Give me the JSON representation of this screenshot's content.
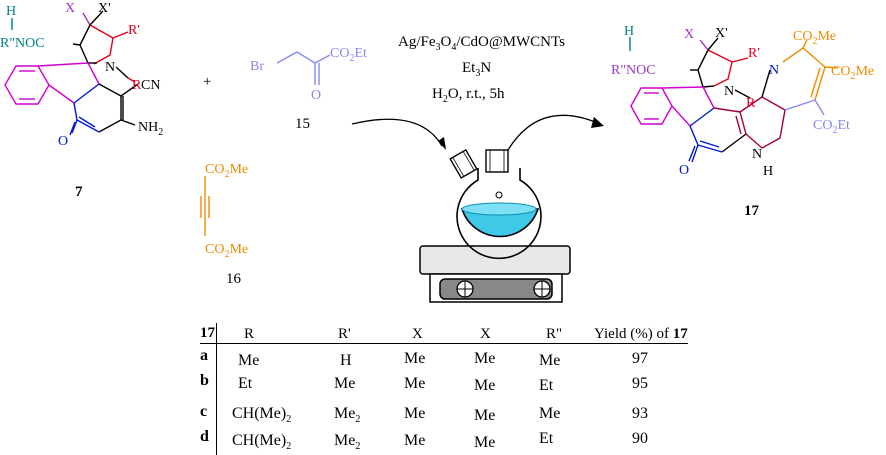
{
  "reactant_7": {
    "label": "7",
    "H": "H",
    "amide": "R\"NOC",
    "X": "X",
    "Xp": "X'",
    "Rp": "R'",
    "N": "N",
    "R": "R",
    "CN": "CN",
    "O": "O",
    "NH2": "NH",
    "NH2_sub": "2"
  },
  "plus": "+",
  "reactant_15": {
    "label": "15",
    "Br": "Br",
    "CO2Et": "CO",
    "CO2Et_sub": "2",
    "CO2Et_tail": "Et",
    "O": "O"
  },
  "reactant_16": {
    "label": "16",
    "top": "CO",
    "top_sub": "2",
    "top_tail": "Me",
    "bottom": "CO",
    "bottom_sub": "2",
    "bottom_tail": "Me"
  },
  "conditions": {
    "catalyst_a": "Ag/Fe",
    "catalyst_b": "3",
    "catalyst_c": "O",
    "catalyst_d": "4",
    "catalyst_e": "/CdO@MWCNTs",
    "base_a": "Et",
    "base_b": "3",
    "base_c": "N",
    "solvent_a": "H",
    "solvent_b": "2",
    "solvent_c": "O, r.t., 5h"
  },
  "product_17": {
    "label": "17",
    "H": "H",
    "amide": "R\"NOC",
    "X": "X",
    "Xp": "X'",
    "Rp": "R'",
    "N_pyr": "N",
    "N_pyrrolidine": "N",
    "R": "R",
    "ester1": "CO",
    "ester1_sub": "2",
    "ester1_tail": "Me",
    "ester2": "CO",
    "ester2_sub": "2",
    "ester2_tail": "Me",
    "ester3": "CO",
    "ester3_sub": "2",
    "ester3_tail": "Et",
    "NH_N": "N",
    "NH_H": "H",
    "O": "O"
  },
  "colors": {
    "teal": "#008080",
    "purple": "#9a36c8",
    "red": "#e3001b",
    "magenta": "#d000d0",
    "blue": "#0018d6",
    "periwinkle": "#8888ee",
    "orange": "#f08c00",
    "maroon": "#a0003c",
    "flask": "#3fc8e8"
  },
  "table": {
    "headers": [
      "17",
      "R",
      "R'",
      "X",
      "X",
      "R\"",
      "Yield (%) of "
    ],
    "header_bold_tail": "17",
    "rows": [
      {
        "id": "a",
        "R": "Me",
        "Rp": "H",
        "X1": "Me",
        "X2": "Me",
        "Rpp": "Me",
        "yield": "97"
      },
      {
        "id": "b",
        "R": "Et",
        "Rp": "Me",
        "X1": "Me",
        "X2": "Me",
        "Rpp": "Et",
        "yield": "95"
      },
      {
        "id": "c",
        "R": "CH(Me)",
        "R_sub": "2",
        "Rp": "Me",
        "Rp_sub": "2",
        "X1": "Me",
        "X2": "Me",
        "Rpp": "Me",
        "yield": "93"
      },
      {
        "id": "d",
        "R": "CH(Me)",
        "R_sub": "2",
        "Rp": "Me",
        "Rp_sub": "2",
        "X1": "Me",
        "X2": "Me",
        "Rpp": "Et",
        "yield": "90"
      }
    ]
  }
}
